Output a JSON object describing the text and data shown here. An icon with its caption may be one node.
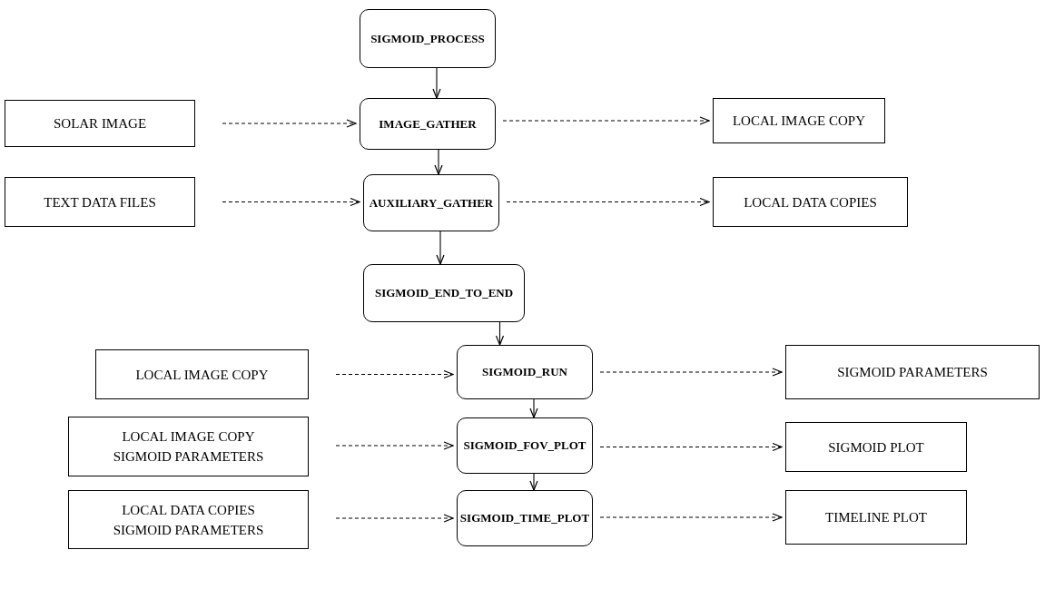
{
  "diagram": {
    "nodes": [
      {
        "text": [
          "SIGMOID_PROCESS"
        ]
      },
      {
        "text": [
          "IMAGE_GATHER"
        ]
      },
      {
        "text": [
          "AUXILIARY_GATHER"
        ]
      },
      {
        "text": [
          "SIGMOID_END_TO_END"
        ]
      },
      {
        "text": [
          "SIGMOID_RUN"
        ]
      },
      {
        "text": [
          "SIGMOID_FOV_PLOT"
        ]
      },
      {
        "text": [
          "SIGMOID_TIME_PLOT"
        ]
      },
      {
        "text": [
          "SOLAR IMAGE"
        ]
      },
      {
        "text": [
          "LOCAL IMAGE COPY"
        ]
      },
      {
        "text": [
          "TEXT DATA FILES"
        ]
      },
      {
        "text": [
          "LOCAL DATA COPIES"
        ]
      },
      {
        "text": [
          "LOCAL IMAGE COPY"
        ]
      },
      {
        "text": [
          "SIGMOID PARAMETERS"
        ]
      },
      {
        "text": [
          "LOCAL IMAGE COPY",
          "SIGMOID PARAMETERS"
        ]
      },
      {
        "text": [
          "SIGMOID PLOT"
        ]
      },
      {
        "text": [
          "LOCAL DATA COPIES",
          "SIGMOID PARAMETERS"
        ]
      },
      {
        "text": [
          "TIMELINE PLOT"
        ]
      }
    ],
    "edges": [
      {
        "from": 0,
        "to": 1,
        "arrow": "to"
      },
      {
        "from": 1,
        "to": 2,
        "arrow": "to"
      },
      {
        "from": 2,
        "to": 3,
        "arrow": "to"
      },
      {
        "from": 3,
        "to": 4,
        "arrow": "to"
      },
      {
        "from": 4,
        "to": 5,
        "arrow": "to"
      },
      {
        "from": 5,
        "to": 6,
        "arrow": "to"
      },
      {
        "from": 7,
        "to": 1,
        "arrow": "to",
        "style": "dashed"
      },
      {
        "from": 1,
        "to": 8,
        "arrow": "to",
        "style": "dashed"
      },
      {
        "from": 9,
        "to": 2,
        "arrow": "to",
        "style": "dashed"
      },
      {
        "from": 2,
        "to": 10,
        "arrow": "to",
        "style": "dashed"
      },
      {
        "from": 11,
        "to": 4,
        "arrow": "to",
        "style": "dashed"
      },
      {
        "from": 4,
        "to": 12,
        "arrow": "to",
        "style": "dashed"
      },
      {
        "from": 13,
        "to": 5,
        "arrow": "to",
        "style": "dashed"
      },
      {
        "from": 5,
        "to": 14,
        "arrow": "to",
        "style": "dashed"
      },
      {
        "from": 15,
        "to": 6,
        "arrow": "to",
        "style": "dashed"
      },
      {
        "from": 6,
        "to": 16,
        "arrow": "to",
        "style": "dashed"
      }
    ]
  }
}
